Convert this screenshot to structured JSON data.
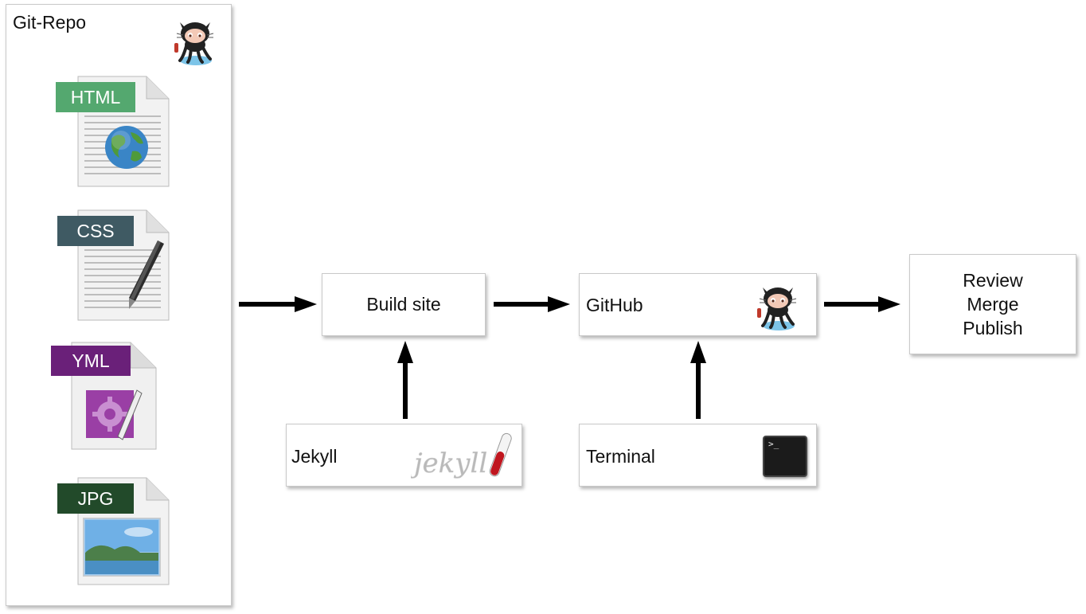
{
  "repo": {
    "title": "Git-Repo",
    "files": [
      {
        "tag": "HTML",
        "color": "#54a86f",
        "icon": "globe-icon"
      },
      {
        "tag": "CSS",
        "color": "#3f5a63",
        "icon": "pen-icon"
      },
      {
        "tag": "YML",
        "color": "#6a2079",
        "icon": "gear-icon"
      },
      {
        "tag": "JPG",
        "color": "#224a2a",
        "icon": "landscape-icon"
      }
    ]
  },
  "nodes": {
    "build": "Build site",
    "github": "GitHub",
    "jekyll": "Jekyll",
    "jekyll_logo": "jekyll",
    "terminal": "Terminal",
    "terminal_prompt": ">_",
    "final": [
      "Review",
      "Merge",
      "Publish"
    ]
  }
}
